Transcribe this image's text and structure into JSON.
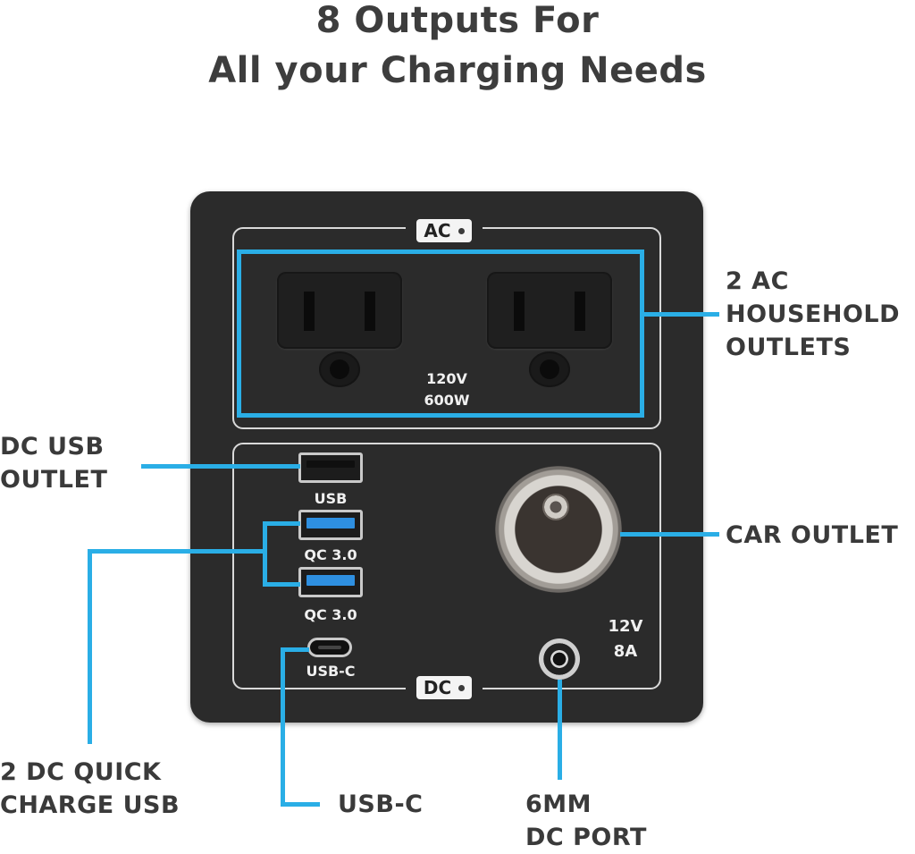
{
  "title": {
    "line1": "8 Outputs For",
    "line2": "All your Charging Needs"
  },
  "panel": {
    "ac_tag": "AC",
    "dc_tag": "DC",
    "ac_voltage": "120V",
    "ac_wattage": "600W",
    "usb_label": "USB",
    "qc_label_1": "QC 3.0",
    "qc_label_2": "QC 3.0",
    "usbc_label": "USB-C",
    "dc_voltage": "12V",
    "dc_amperage": "8A"
  },
  "callouts": {
    "ac_outlets": [
      "2 AC",
      "HOUSEHOLD",
      "OUTLETS"
    ],
    "dc_usb": [
      "DC USB",
      "OUTLET"
    ],
    "car_outlet": "CAR OUTLET",
    "quick_charge": [
      "2 DC QUICK",
      "CHARGE USB"
    ],
    "usb_c": "USB-C",
    "dc_port": [
      "6MM",
      "DC PORT"
    ]
  },
  "colors": {
    "callout_line": "#2aaee6",
    "panel": "#2b2b2b",
    "text": "#3a3a3a"
  }
}
